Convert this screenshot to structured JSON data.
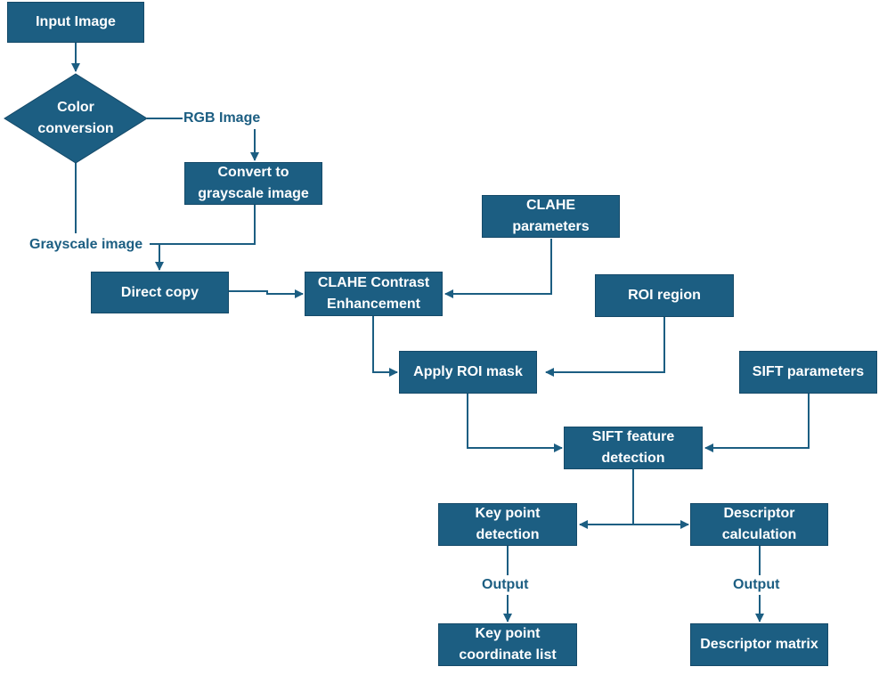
{
  "colors": {
    "node_fill": "#1c5e82",
    "edge": "#1c5e82",
    "edge_label": "#1c5e82",
    "node_text": "#ffffff"
  },
  "nodes": {
    "input_image": "Input Image",
    "color_conversion": {
      "line1": "Color",
      "line2": "conversion"
    },
    "convert_grayscale": {
      "line1": "Convert to",
      "line2": "grayscale image"
    },
    "direct_copy": "Direct copy",
    "clahe_params": {
      "line1": "CLAHE",
      "line2": "parameters"
    },
    "clahe_enhancement": {
      "line1": "CLAHE Contrast",
      "line2": "Enhancement"
    },
    "roi_region": "ROI region",
    "apply_roi_mask": "Apply ROI mask",
    "sift_params": "SIFT parameters",
    "sift_detection": {
      "line1": "SIFT feature",
      "line2": "detection"
    },
    "keypoint_detection": {
      "line1": "Key point",
      "line2": "detection"
    },
    "descriptor_calculation": {
      "line1": "Descriptor",
      "line2": "calculation"
    },
    "keypoint_list": {
      "line1": "Key point",
      "line2": "coordinate list"
    },
    "descriptor_matrix": "Descriptor matrix"
  },
  "edge_labels": {
    "rgb_image": "RGB Image",
    "grayscale_image": "Grayscale image",
    "output_left": "Output",
    "output_right": "Output"
  }
}
